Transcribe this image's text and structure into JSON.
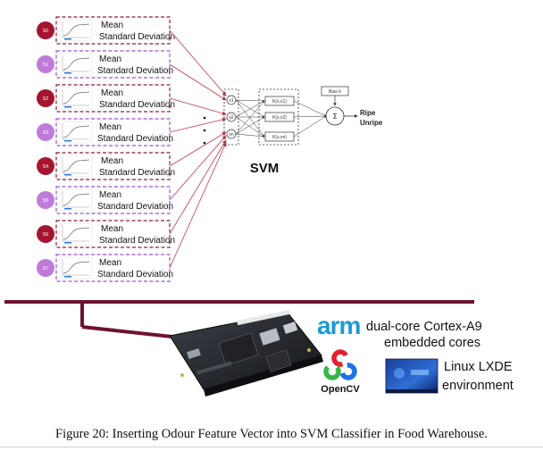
{
  "sensors": [
    {
      "id": "S0",
      "color": "#a5152f",
      "frame": "#8a1f3a",
      "lines": [
        "Mean",
        "Standard Deviation"
      ]
    },
    {
      "id": "S1",
      "color": "#c07ad9",
      "frame": "#9b4fd8",
      "lines": [
        "Mean",
        "Standard Deviation"
      ]
    },
    {
      "id": "S2",
      "color": "#a5152f",
      "frame": "#8a1f3a",
      "lines": [
        "Mean",
        "Standard Deviation"
      ]
    },
    {
      "id": "S3",
      "color": "#c07ad9",
      "frame": "#9b4fd8",
      "lines": [
        "Mean",
        "Standard Deviation"
      ]
    },
    {
      "id": "S4",
      "color": "#a5152f",
      "frame": "#8a1f3a",
      "lines": [
        "Mean",
        "Standard Deviation"
      ]
    },
    {
      "id": "S5",
      "color": "#c07ad9",
      "frame": "#9b4fd8",
      "lines": [
        "Mean",
        "Standard Deviation"
      ]
    },
    {
      "id": "S6",
      "color": "#a5152f",
      "frame": "#8a1f3a",
      "lines": [
        "Mean",
        "Standard Deviation"
      ]
    },
    {
      "id": "S7",
      "color": "#c07ad9",
      "frame": "#9b4fd8",
      "lines": [
        "Mean",
        "Standard Deviation"
      ]
    }
  ],
  "svm": {
    "title": "SVM",
    "inputs": [
      "x1",
      "x2",
      "xn"
    ],
    "kernels": [
      "K(x,x1)",
      "K(x,x2)",
      "K(x,xn)"
    ],
    "sum_symbol": "Σ",
    "bias": "Bias b",
    "outputs": [
      "Ripe",
      "Unripe"
    ]
  },
  "platform": {
    "arm_logo": "arm",
    "arm_text": [
      "dual-core Cortex-A9",
      "embedded cores"
    ],
    "opencv_label": "OpenCV",
    "linux_text": [
      "Linux LXDE",
      "environment"
    ]
  },
  "caption": "Figure 20: Inserting Odour Feature Vector into SVM Classifier in Food Warehouse.",
  "colors": {
    "bus": "#6e1230",
    "arrow": "#c23a4e",
    "arm_blue": "#1c9ad6"
  }
}
